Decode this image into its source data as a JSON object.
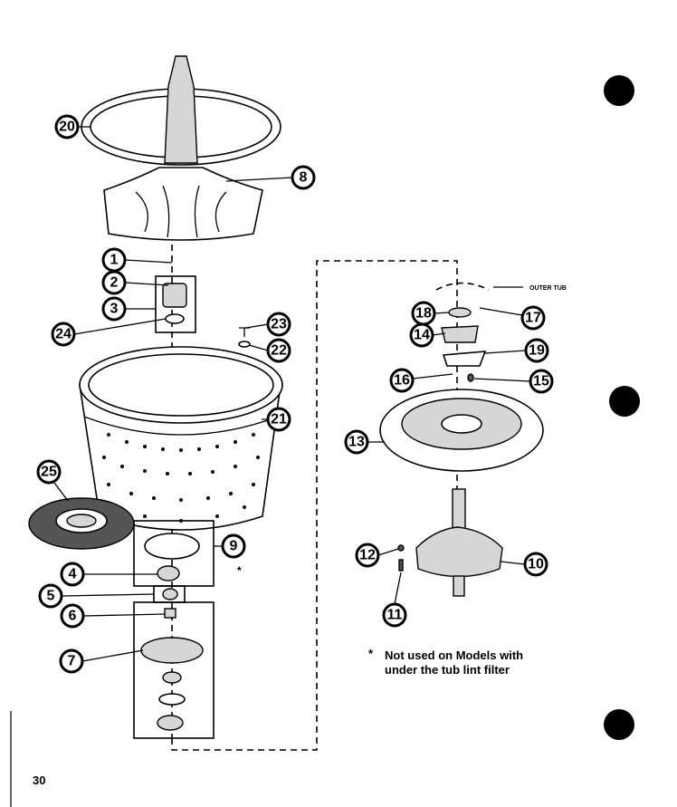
{
  "callouts": [
    "20",
    "8",
    "1",
    "2",
    "3",
    "24",
    "23",
    "22",
    "21",
    "25",
    "9",
    "4",
    "5",
    "6",
    "7",
    "18",
    "17",
    "14",
    "19",
    "16",
    "15",
    "13",
    "12",
    "10",
    "11"
  ],
  "outer_tub_label": "OUTER TUB",
  "note_marker": "*",
  "note_line1": "Not used on Models with",
  "note_line2": "under the tub lint filter",
  "small_asterisk": "*",
  "page_number": "30"
}
